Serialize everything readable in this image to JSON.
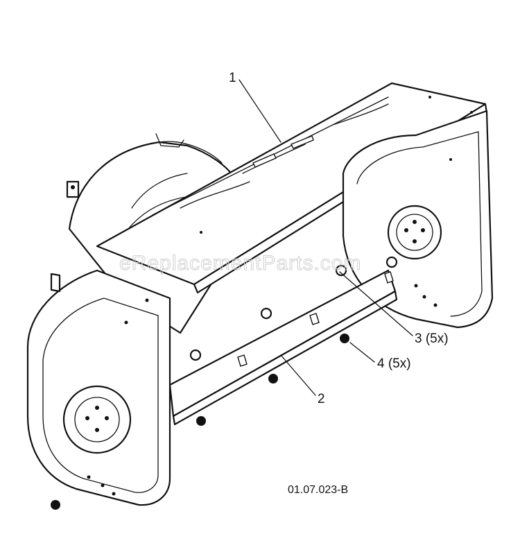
{
  "callouts": [
    {
      "id": "part-1",
      "label": "1"
    },
    {
      "id": "part-2",
      "label": "2"
    },
    {
      "id": "part-3",
      "label": "3 (5x)"
    },
    {
      "id": "part-4",
      "label": "4 (5x)"
    }
  ],
  "drawing_code": "01.07.023-B",
  "watermark": "eReplacementParts.com"
}
